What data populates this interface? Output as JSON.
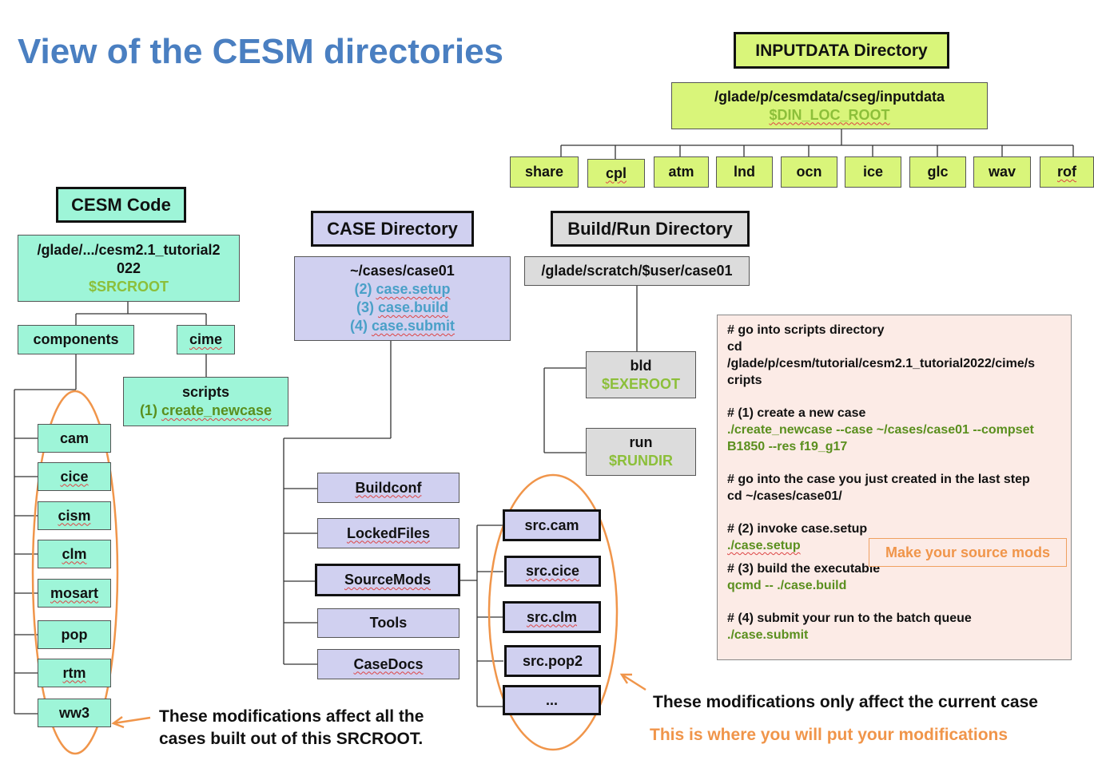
{
  "title": "View of the CESM directories",
  "inputdata": {
    "header": "INPUTDATA Directory",
    "path": "/glade/p/cesmdata/cseg/inputdata",
    "var": "$DIN_LOC_ROOT",
    "children": [
      "share",
      "cpl",
      "atm",
      "lnd",
      "ocn",
      "ice",
      "glc",
      "wav",
      "rof"
    ]
  },
  "cesm_code": {
    "header": "CESM Code",
    "path_line1": "/glade/.../cesm2.1_tutorial2",
    "path_line2": "022",
    "var": "$SRCROOT",
    "components": "components",
    "cime": "cime",
    "scripts": "scripts",
    "scripts_step_num": "(1)",
    "scripts_step": "create_newcase",
    "component_list": [
      "cam",
      "cice",
      "cism",
      "clm",
      "mosart",
      "pop",
      "rtm",
      "ww3"
    ]
  },
  "case_dir": {
    "header": "CASE Directory",
    "path": "~/cases/case01",
    "steps": [
      {
        "num": "(2)",
        "name": "case.setup"
      },
      {
        "num": "(3)",
        "name": "case.build"
      },
      {
        "num": "(4)",
        "name": "case.submit"
      }
    ],
    "children": [
      "Buildconf",
      "LockedFiles",
      "SourceMods",
      "Tools",
      "CaseDocs"
    ],
    "sourcemods": [
      "src.cam",
      "src.cice",
      "src.clm",
      "src.pop2",
      "..."
    ]
  },
  "build_run": {
    "header": "Build/Run Directory",
    "path": "/glade/scratch/$user/case01",
    "bld": "bld",
    "bld_var": "$EXEROOT",
    "run": "run",
    "run_var": "$RUNDIR"
  },
  "script_panel": {
    "l1": "# go into scripts directory",
    "l2": "cd",
    "l3": "/glade/p/cesm/tutorial/cesm2.1_tutorial2022/cime/s",
    "l4": "cripts",
    "l5": "# (1) create a new case",
    "l6": "./create_newcase --case ~/cases/case01 --compset",
    "l7": "B1850 --res f19_g17",
    "l8": "# go into the case you just created in the last step",
    "l9": "cd ~/cases/case01/",
    "l10": "# (2) invoke case.setup",
    "l11": "./case.setup",
    "l12": "# (3) build the executable",
    "l13": "qcmd -- ./case.build",
    "l14": "# (4) submit your run to the batch queue",
    "l15": "./case.submit"
  },
  "make_mods": "Make your source mods",
  "note_srcroot_1": "These modifications affect all the",
  "note_srcroot_2": "cases built out of this SRCROOT.",
  "note_case": "These modifications only affect the current case",
  "note_where": "This is where you will put your modifications",
  "colors": {
    "title": "#4a7fc1",
    "mint": "#9ef5d8",
    "lime": "#d9f57a",
    "lavender": "#d0d0f0",
    "grey": "#dcdcdc",
    "orange": "#f0954a",
    "green_text": "#8cbf3a",
    "blue_text": "#4aa0c8",
    "script_bg": "#fcebe6"
  }
}
